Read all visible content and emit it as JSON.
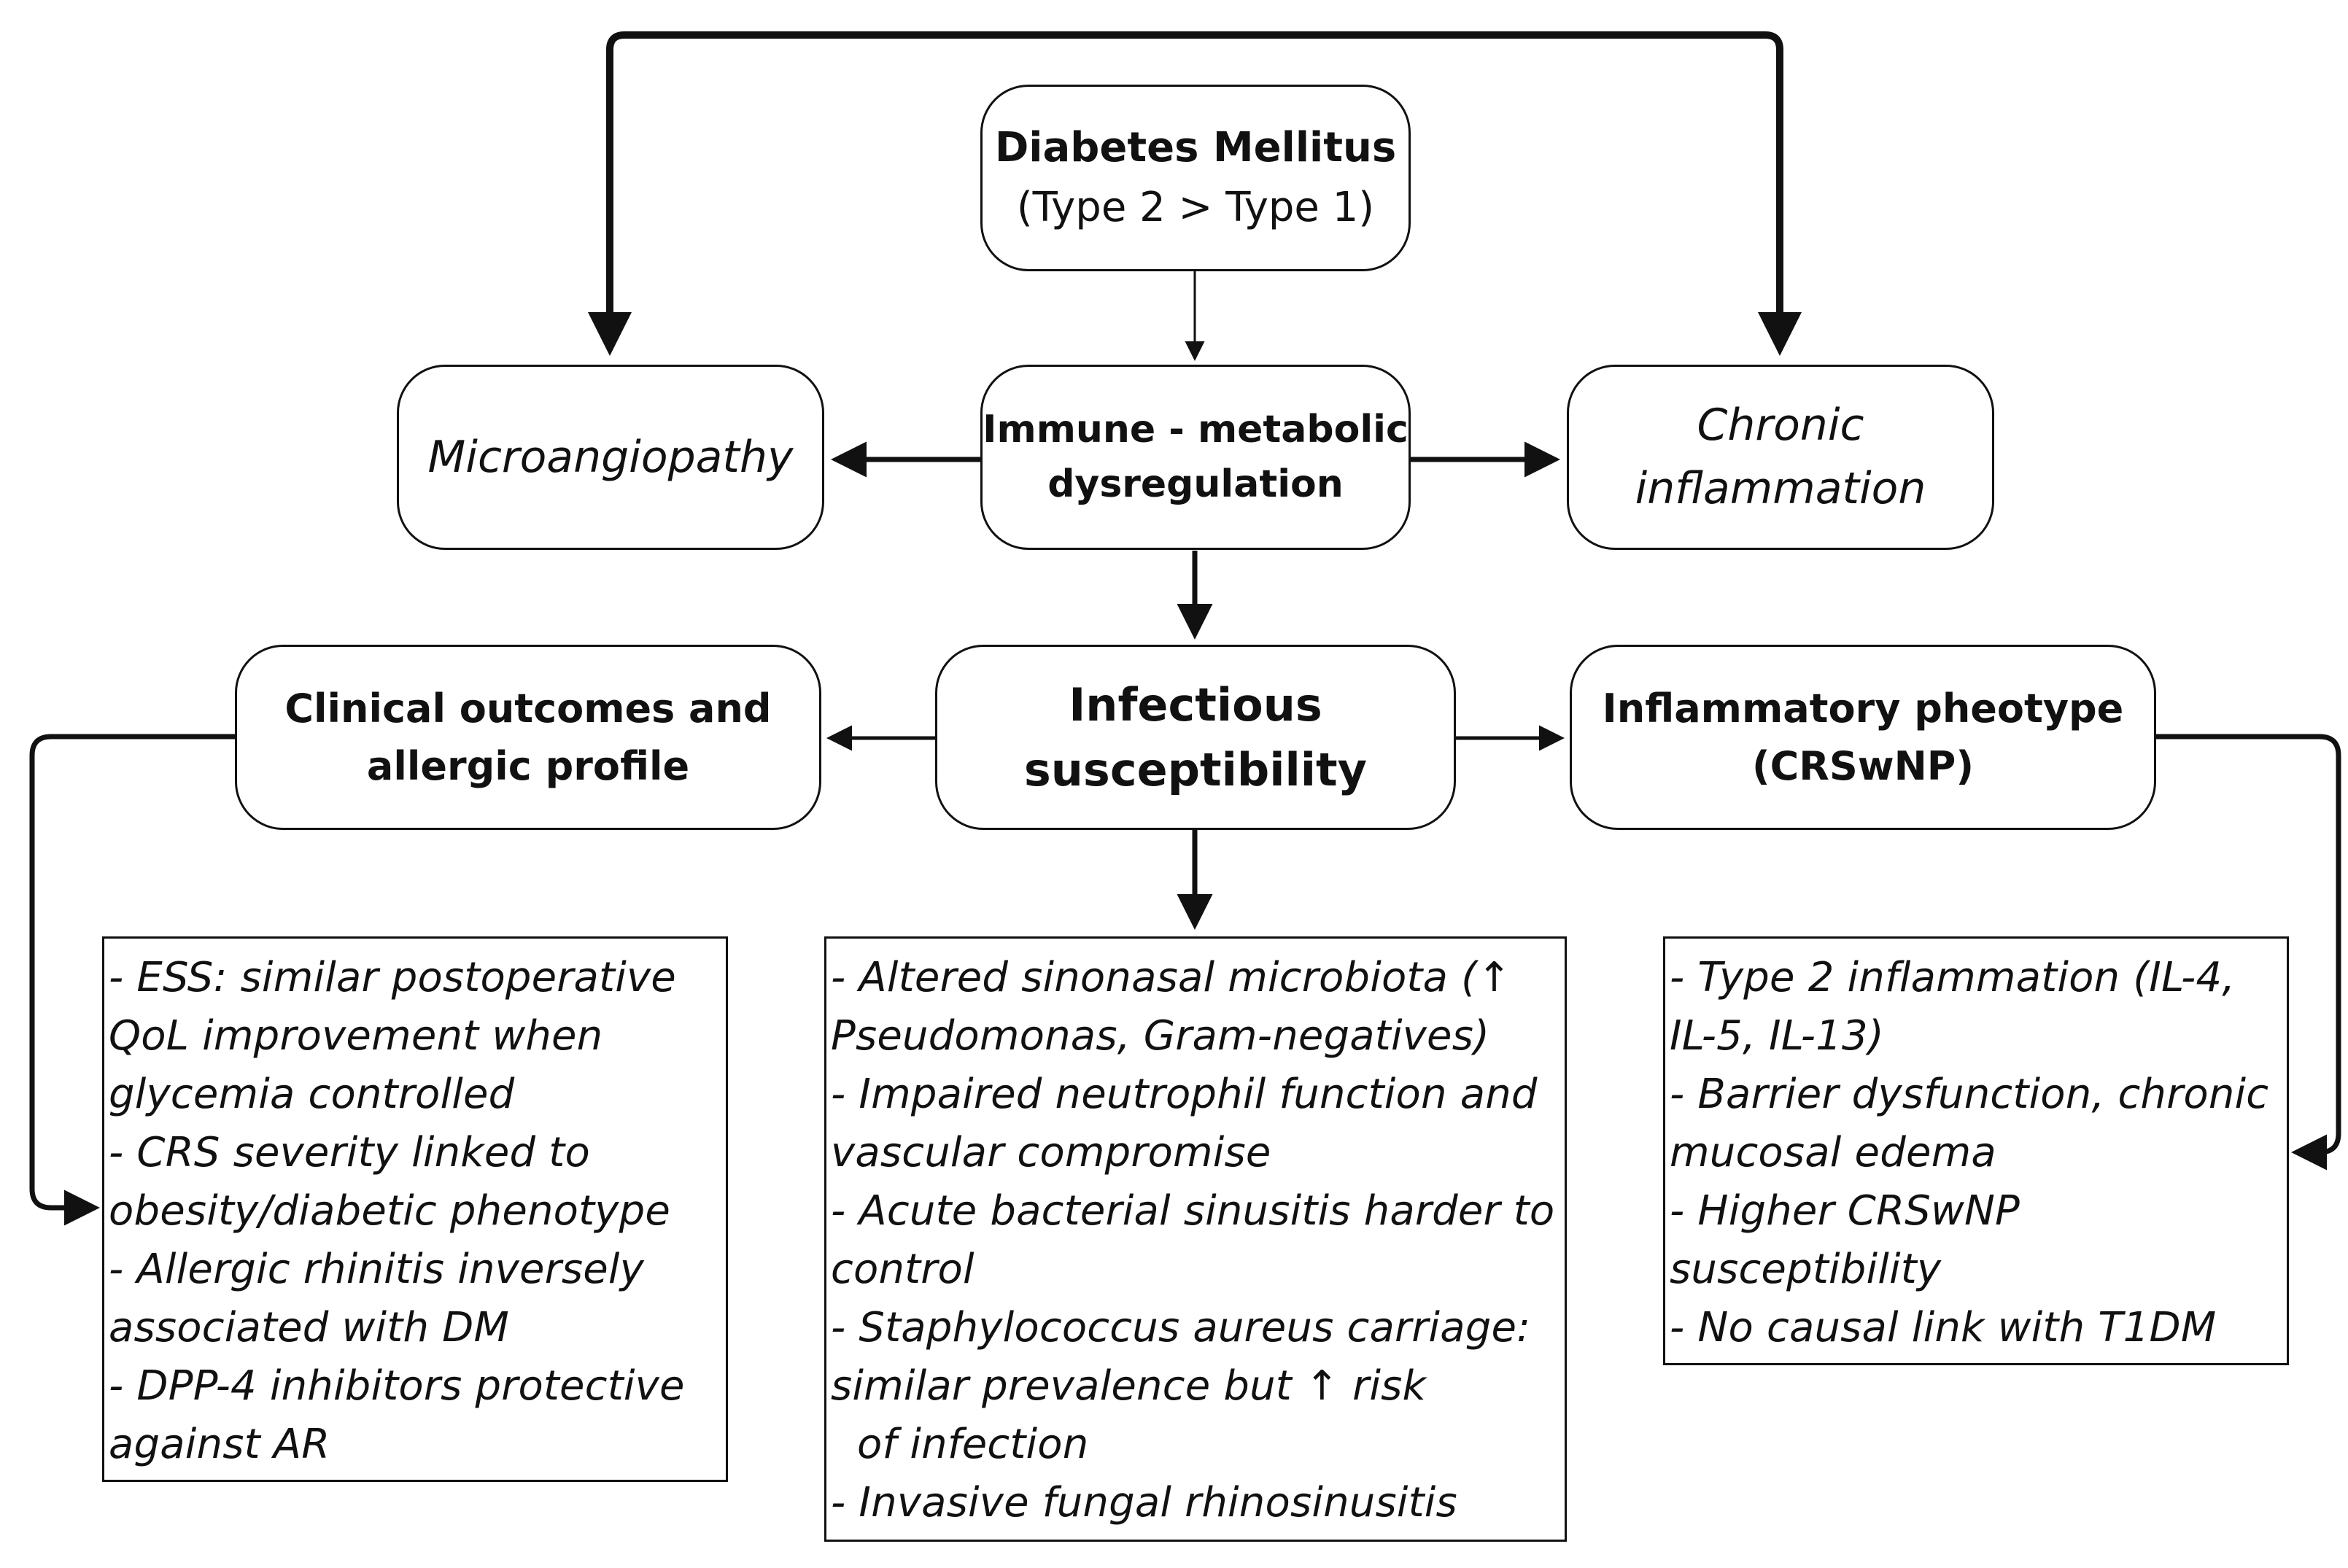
{
  "nodes": {
    "diabetes": {
      "title": "Diabetes Mellitus",
      "subtitle": "(Type 2 > Type 1)"
    },
    "microangiopathy": {
      "label": "Microangiopathy"
    },
    "immune": {
      "line1": "Immune - metabolic",
      "line2": "dysregulation"
    },
    "chronic": {
      "line1": "Chronic",
      "line2": "inflammation"
    },
    "clinical": {
      "line1": "Clinical outcomes and",
      "line2": "allergic profile"
    },
    "infectious": {
      "line1": "Infectious",
      "line2": "susceptibility"
    },
    "inflammatory": {
      "line1": "Inflammatory pheotype",
      "line2": "(CRSwNP)"
    }
  },
  "boxes": {
    "clinical": {
      "lines": [
        "- ESS: similar postoperative",
        "QoL improvement when",
        "glycemia controlled",
        "- CRS severity linked to",
        "obesity/diabetic phenotype",
        "- Allergic rhinitis inversely",
        "associated with DM",
        "- DPP-4 inhibitors protective",
        "against AR"
      ]
    },
    "infectious": {
      "lines": [
        "- Altered sinonasal microbiota (↑",
        "Pseudomonas, Gram-negatives)",
        "- Impaired neutrophil function and",
        "vascular compromise",
        "- Acute bacterial sinusitis harder to",
        "control",
        "- Staphylococcus aureus carriage:",
        "similar prevalence but ↑ risk",
        "  of infection",
        "- Invasive fungal rhinosinusitis"
      ]
    },
    "inflammatory": {
      "lines": [
        "- Type 2 inflammation (IL-4,",
        "IL-5, IL-13)",
        "- Barrier dysfunction, chronic",
        "mucosal edema",
        "- Higher CRSwNP",
        "susceptibility",
        "- No causal link with T1DM"
      ]
    }
  },
  "colors": {
    "stroke": "#111111",
    "background": "#ffffff"
  }
}
